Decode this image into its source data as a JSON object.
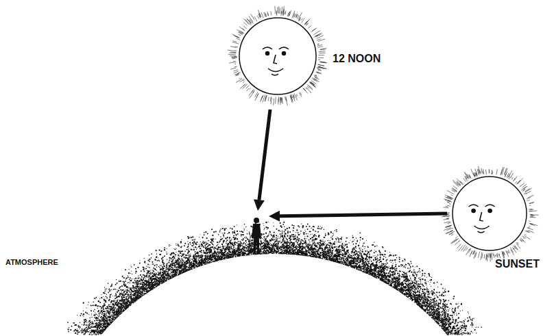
{
  "diagram": {
    "labels": [
      "12 NOON",
      "SUNSET",
      "ATMOSPHERE"
    ]
  }
}
